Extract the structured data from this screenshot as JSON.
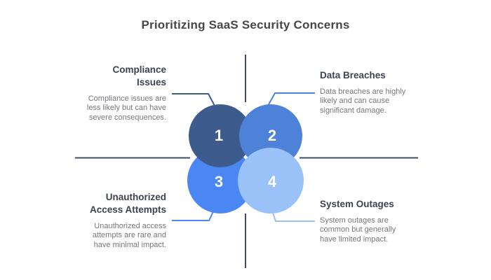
{
  "title": "Prioritizing SaaS Security Concerns",
  "diagram": {
    "crosshair_color": "#3F4D63",
    "number_color": "#FFFFFF",
    "heading_color": "#3D434F",
    "body_color": "#74777D",
    "title_color": "#474747",
    "items": [
      {
        "number": "1",
        "label": "Compliance Issues",
        "description": "Compliance issues are less likely but can have severe consequences.",
        "color": "#3E5B8D",
        "position": "top-left"
      },
      {
        "number": "2",
        "label": "Data Breaches",
        "description": "Data breaches are highly likely and can cause significant damage.",
        "color": "#4E81D8",
        "position": "top-right"
      },
      {
        "number": "3",
        "label": "Unauthorized Access Attempts",
        "description": "Unauthorized access attempts are rare and have minimal impact.",
        "color": "#4B87F3",
        "position": "bottom-left"
      },
      {
        "number": "4",
        "label": "System Outages",
        "description": "System outages are common but generally have limited impact.",
        "color": "#9AC1F8",
        "position": "bottom-right"
      }
    ]
  }
}
